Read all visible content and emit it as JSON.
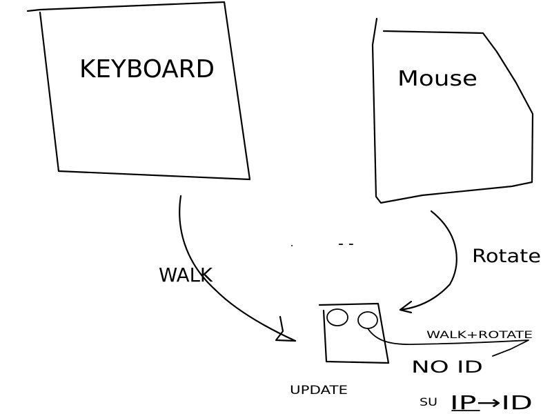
{
  "nodes": {
    "keyboard": {
      "label": "KEYBOARD"
    },
    "mouse": {
      "label": "Mouse"
    },
    "update": {
      "label": "UPDATE"
    }
  },
  "edges": {
    "walk": {
      "label": "WALK"
    },
    "rotate": {
      "label": "Rotate"
    }
  },
  "notes": {
    "walk_rotate": "WALK+ROTATE",
    "no_id": "NO ID",
    "su_ip_id_prefix": "SU",
    "su_ip_id_rest": "IP→ID",
    "ellipsis": "- -"
  },
  "colors": {
    "ink": "#000000",
    "paper": "#ffffff"
  }
}
